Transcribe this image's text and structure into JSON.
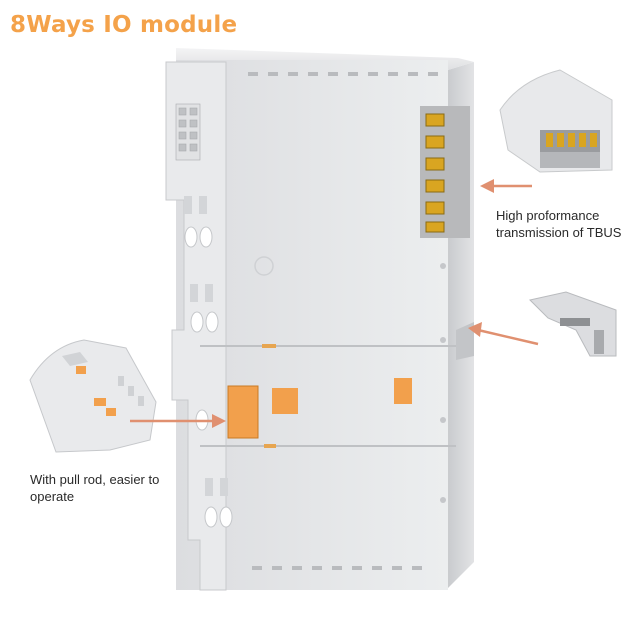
{
  "title": "8Ways IO module",
  "callouts": {
    "tbus": "High proformance transmission of TBUS",
    "pull_rod": "With pull rod, easier to operate"
  },
  "colors": {
    "title": "#f4a24a",
    "arrow": "#e09070",
    "housing": "#e6e7e9",
    "contact_gold": "#d9a521",
    "pull_tab": "#f2a04c"
  }
}
